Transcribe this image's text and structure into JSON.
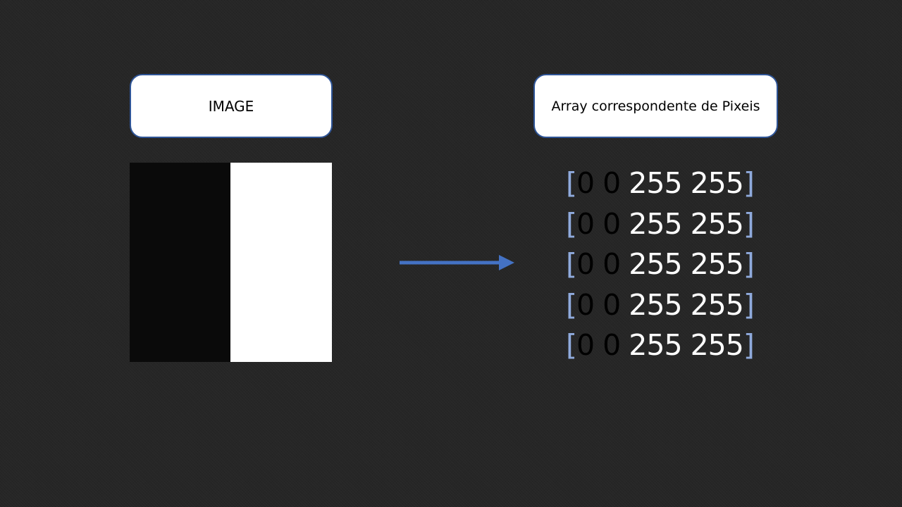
{
  "labels": {
    "image": "IMAGE",
    "array": "Array correspondente de Pixeis"
  },
  "pixel_image": {
    "left_half_color": "#0a0a0a",
    "right_half_color": "#ffffff"
  },
  "arrow": {
    "color": "#4472c4",
    "icon": "right-arrow-icon"
  },
  "matrix": {
    "bracket_open": "[",
    "bracket_close": "]",
    "rows": [
      [
        "0",
        "0",
        "255",
        "255"
      ],
      [
        "0",
        "0",
        "255",
        "255"
      ],
      [
        "0",
        "0",
        "255",
        "255"
      ],
      [
        "0",
        "0",
        "255",
        "255"
      ],
      [
        "0",
        "0",
        "255",
        "255"
      ]
    ]
  },
  "colors": {
    "background": "#262626",
    "box_border": "#2f5597",
    "bracket": "#8faadc"
  }
}
